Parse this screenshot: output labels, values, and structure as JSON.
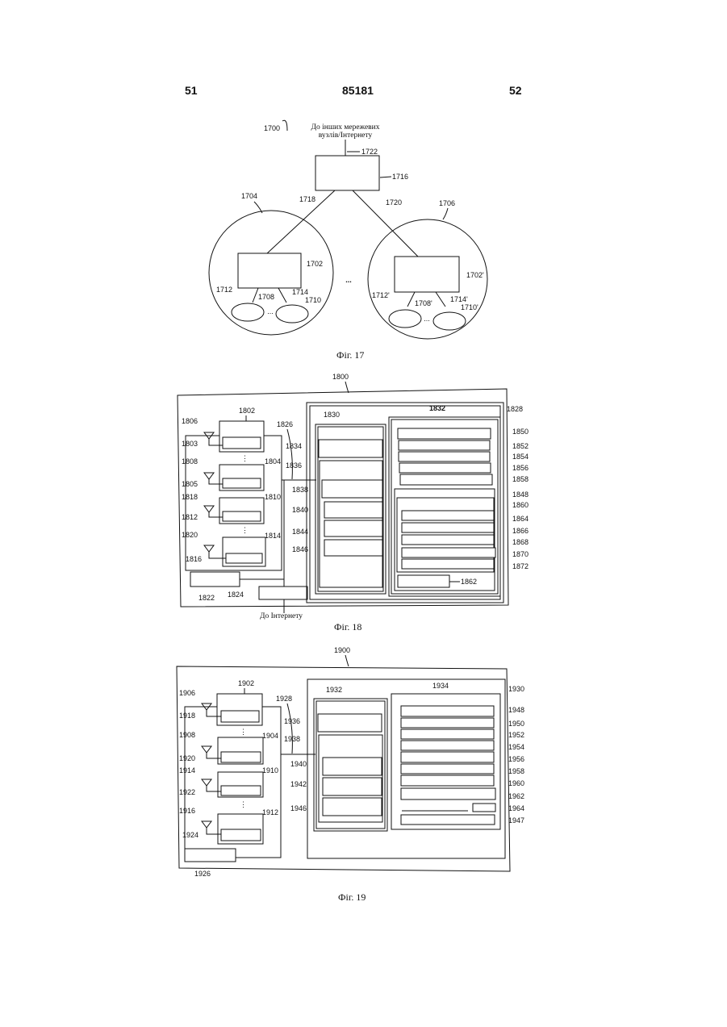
{
  "header": {
    "left_page": "51",
    "patent_number": "85181",
    "right_page": "52"
  },
  "fig17": {
    "caption": "Фіг. 17",
    "ref_1700": "1700",
    "internet_label_line1": "До інших мережевих",
    "internet_label_line2": "вузлів/Інтернету",
    "ref_1722": "1722",
    "ref_1716": "1716",
    "ref_1704": "1704",
    "ref_1718": "1718",
    "ref_1720": "1720",
    "ref_1706": "1706",
    "ref_1702": "1702",
    "ref_1702p": "1702'",
    "ref_1712": "1712",
    "ref_1714": "1714",
    "ref_1708": "1708",
    "ref_1710": "1710",
    "ref_1712p": "1712'",
    "ref_1708p": "1708'",
    "ref_1714p": "1714'",
    "ref_1710p": "1710'",
    "ellipsis": "..."
  },
  "fig18": {
    "caption": "Фіг. 18",
    "internet_label": "До Інтернету",
    "ref_1800": "1800",
    "ref_1802": "1802",
    "ref_1806": "1806",
    "ref_1803": "1803",
    "ref_1808": "1808",
    "ref_1804": "1804",
    "ref_1805": "1805",
    "ref_1818": "1818",
    "ref_1810": "1810",
    "ref_1812": "1812",
    "ref_1820": "1820",
    "ref_1814": "1814",
    "ref_1816": "1816",
    "ref_1822": "1822",
    "ref_1824": "1824",
    "ref_1826": "1826",
    "ref_1830": "1830",
    "ref_1832": "1832",
    "ref_1828": "1828",
    "ref_1834": "1834",
    "ref_1836": "1836",
    "ref_1838": "1838",
    "ref_1840": "1840",
    "ref_1844": "1844",
    "ref_1846": "1846",
    "ref_1850": "1850",
    "ref_1852": "1852",
    "ref_1854": "1854",
    "ref_1856": "1856",
    "ref_1858": "1858",
    "ref_1848": "1848",
    "ref_1860": "1860",
    "ref_1864": "1864",
    "ref_1866": "1866",
    "ref_1868": "1868",
    "ref_1870": "1870",
    "ref_1872": "1872",
    "ref_1862": "1862"
  },
  "fig19": {
    "caption": "Фіг. 19",
    "ref_1900": "1900",
    "ref_1902": "1902",
    "ref_1906": "1906",
    "ref_1918": "1918",
    "ref_1908": "1908",
    "ref_1904": "1904",
    "ref_1920": "1920",
    "ref_1914": "1914",
    "ref_1910": "1910",
    "ref_1922": "1922",
    "ref_1916": "1916",
    "ref_1912": "1912",
    "ref_1924": "1924",
    "ref_1926": "1926",
    "ref_1928": "1928",
    "ref_1932": "1932",
    "ref_1934": "1934",
    "ref_1930": "1930",
    "ref_1936": "1936",
    "ref_1938": "1938",
    "ref_1940": "1940",
    "ref_1942": "1942",
    "ref_1946": "1946",
    "ref_1948": "1948",
    "ref_1950": "1950",
    "ref_1952": "1952",
    "ref_1954": "1954",
    "ref_1956": "1956",
    "ref_1958": "1958",
    "ref_1960": "1960",
    "ref_1962": "1962",
    "ref_1964": "1964",
    "ref_1947": "1947"
  }
}
